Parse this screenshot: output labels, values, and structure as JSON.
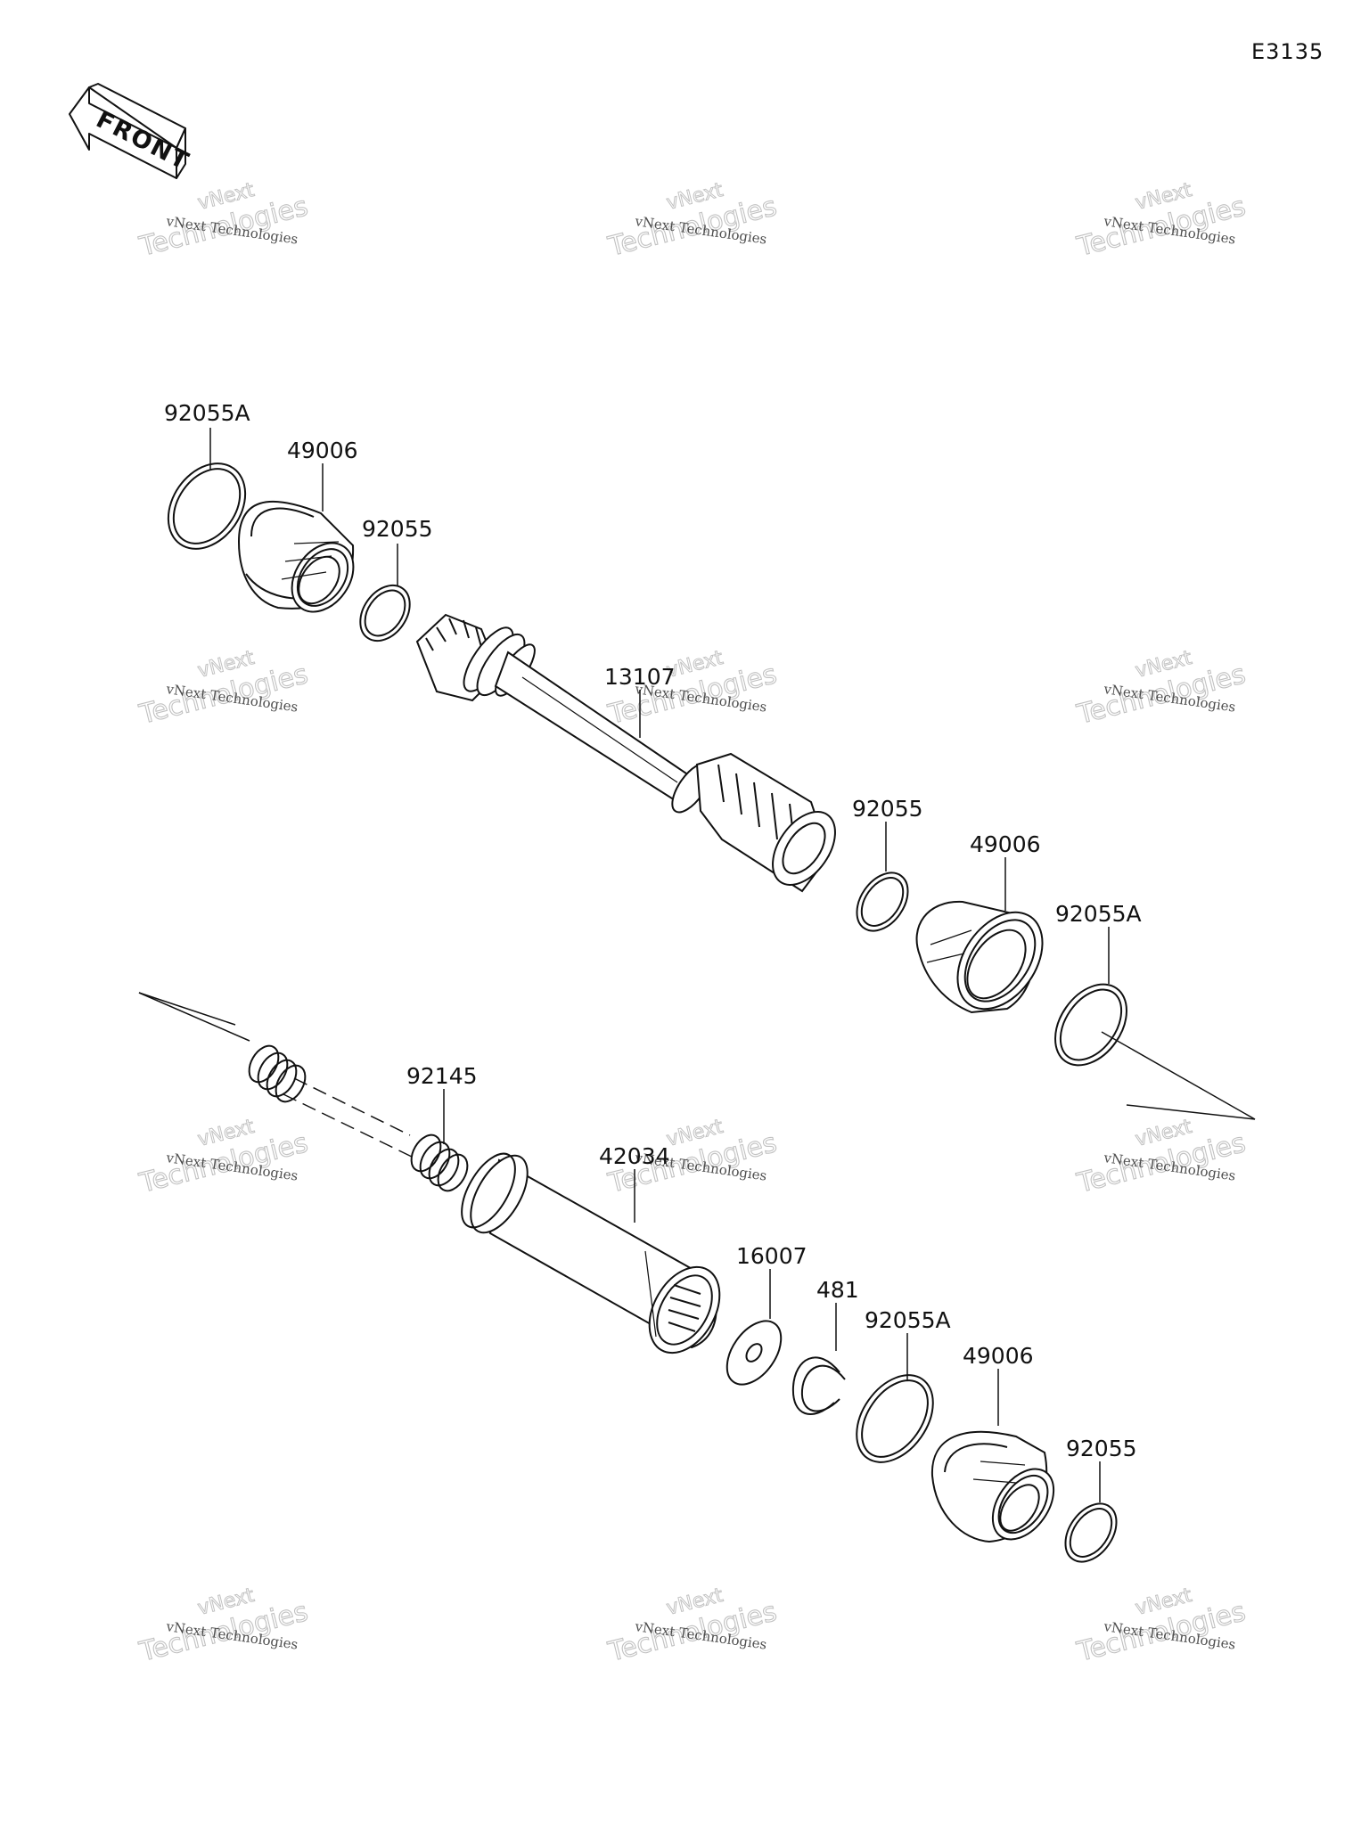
{
  "diagram_code": "E3135",
  "front_label": "FRONT",
  "watermark": {
    "line1": "vNext Technologies",
    "line2": "vNext",
    "line3": "Technologies"
  },
  "part_labels": {
    "ring_a_top": "92055A",
    "boot_top": "49006",
    "ring_top": "92055",
    "shaft": "13107",
    "ring_mid": "92055",
    "boot_mid": "49006",
    "ring_a_mid": "92055A",
    "spring": "92145",
    "tube": "42034",
    "washer": "16007",
    "circlip": "481",
    "ring_a_bottom": "92055A",
    "boot_bottom": "49006",
    "ring_bottom": "92055"
  }
}
